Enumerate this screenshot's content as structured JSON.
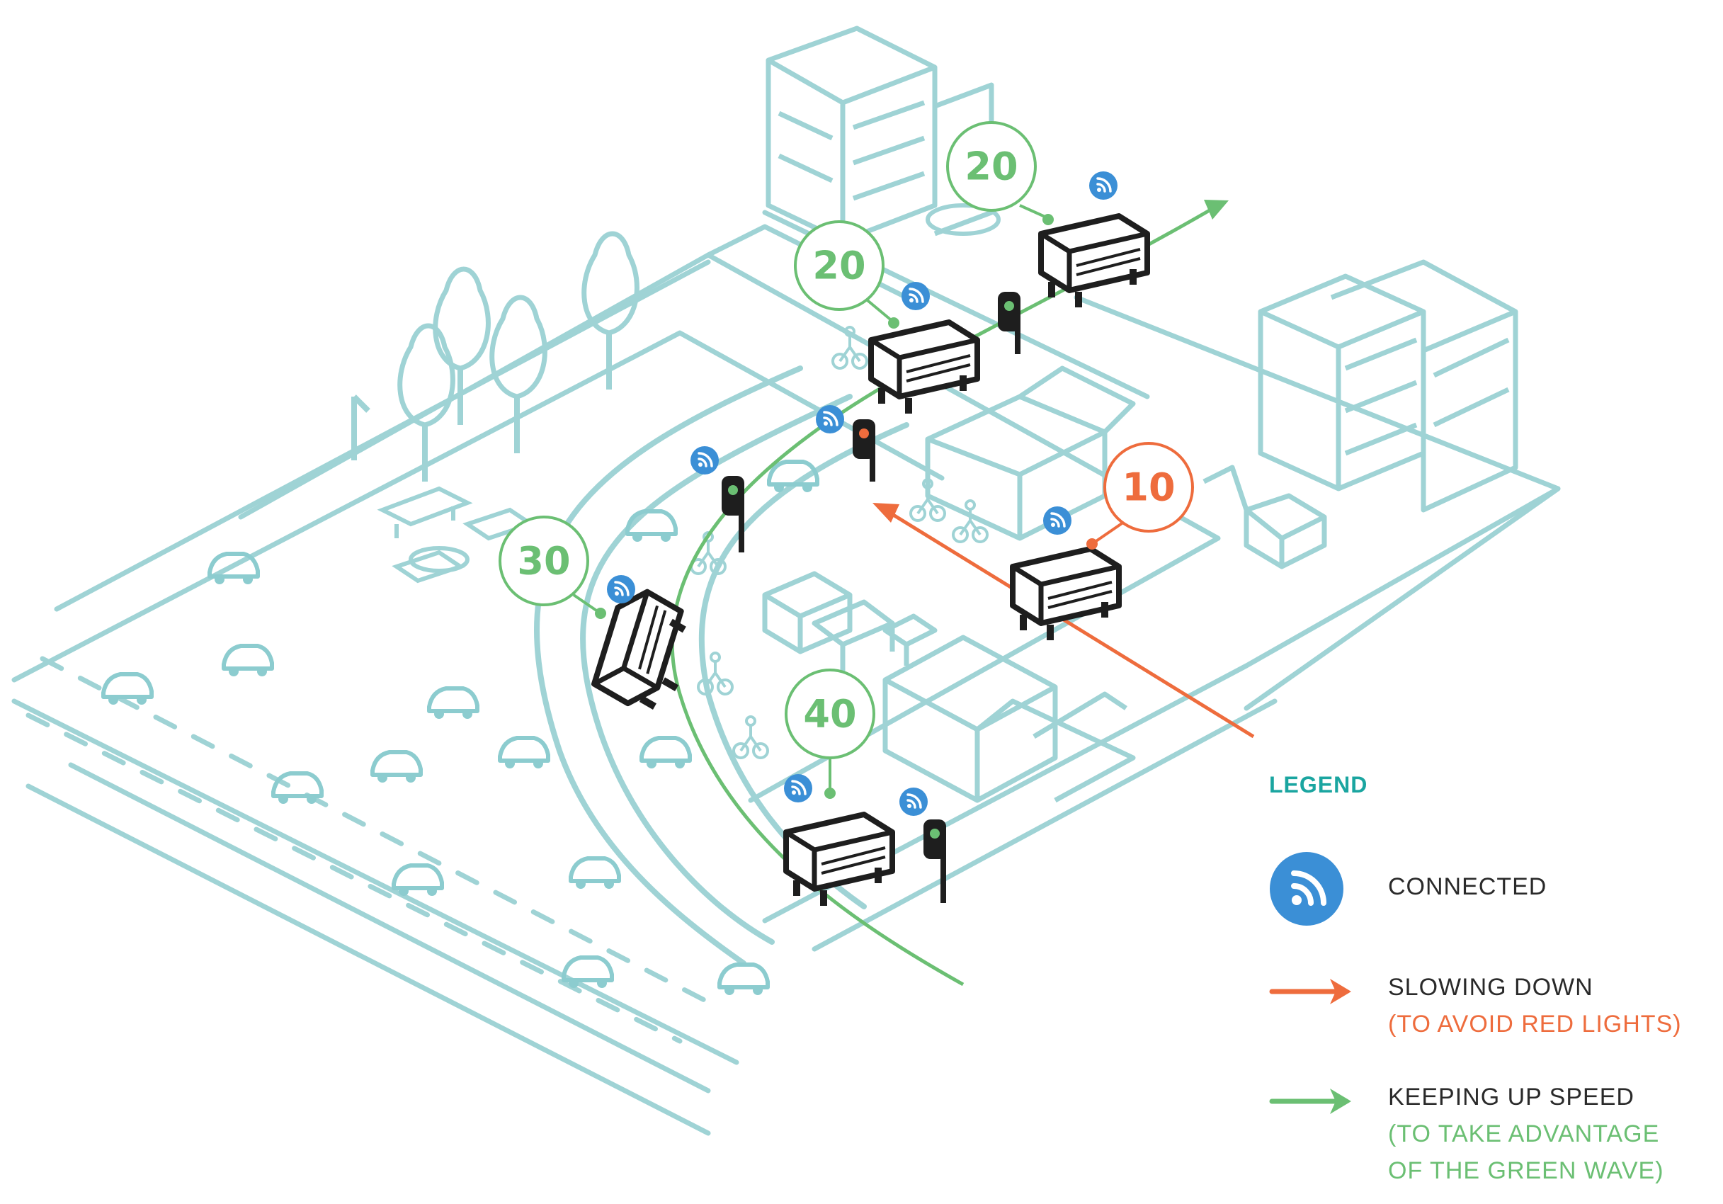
{
  "colors": {
    "city_outline": "#9fd3d5",
    "car": "#8ccccf",
    "green": "#6bbf73",
    "orange": "#ee6c3d",
    "blue": "#3b8fd6",
    "dark": "#1e1e1e",
    "legend_title": "#1aa5a0"
  },
  "speed_markers": [
    {
      "id": "top-20",
      "value": "20",
      "color": "green"
    },
    {
      "id": "upper-20",
      "value": "20",
      "color": "green"
    },
    {
      "id": "left-30",
      "value": "30",
      "color": "green"
    },
    {
      "id": "lower-40",
      "value": "40",
      "color": "green"
    },
    {
      "id": "right-10",
      "value": "10",
      "color": "orange"
    }
  ],
  "legend": {
    "title": "LEGEND",
    "connected": {
      "label": "CONNECTED",
      "icon": "wifi-icon"
    },
    "slowing": {
      "label": "SLOWING DOWN",
      "sub": "(TO AVOID RED LIGHTS)",
      "icon": "orange-arrow-icon"
    },
    "keeping": {
      "label": "KEEPING UP SPEED",
      "sub1": "(TO TAKE ADVANTAGE",
      "sub2": "OF THE GREEN WAVE)",
      "icon": "green-arrow-icon"
    }
  }
}
